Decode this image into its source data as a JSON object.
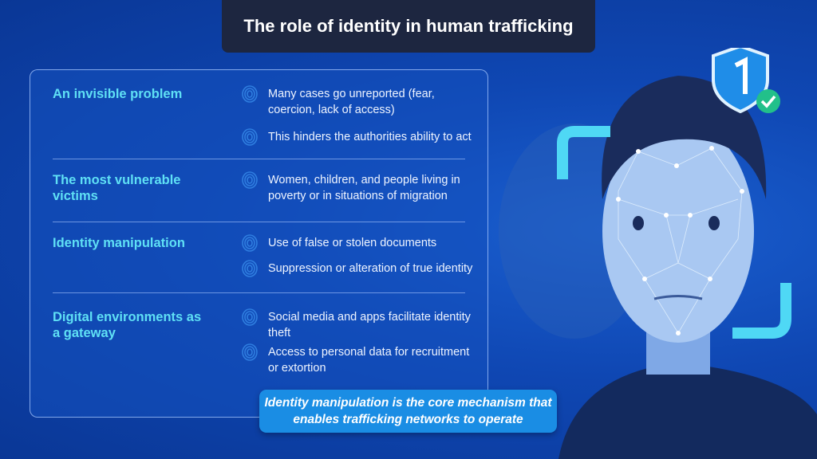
{
  "title": "The role of identity in human trafficking",
  "sections": [
    {
      "heading": "An invisible problem",
      "items": [
        "Many cases go unreported (fear, coercion, lack of access)",
        "This hinders the authorities ability to act"
      ]
    },
    {
      "heading": "The most vulnerable victims",
      "items": [
        "Women, children, and people living in poverty or in situations of migration"
      ]
    },
    {
      "heading": "Identity manipulation",
      "items": [
        "Use of false or stolen documents",
        "Suppression or alteration of true identity"
      ]
    },
    {
      "heading": "Digital environments as a gateway",
      "items": [
        "Social media and apps facilitate identity theft",
        "Access to personal data for recruitment or extortion"
      ]
    }
  ],
  "callout": "Identity manipulation is the core mechanism that enables trafficking networks to operate",
  "colors": {
    "accent": "#5fe0f5",
    "callout": "#1a8de4",
    "title_bg": "#1d2640"
  }
}
